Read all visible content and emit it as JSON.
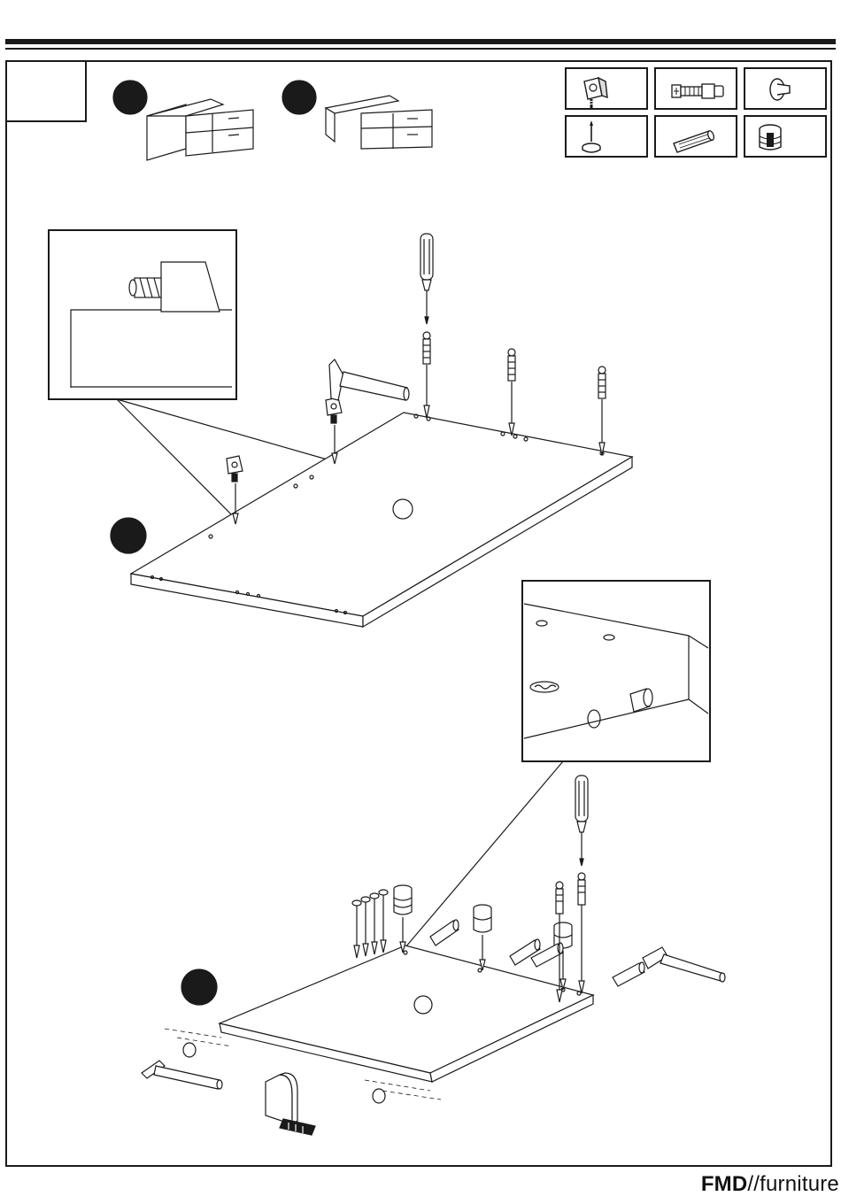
{
  "brand": {
    "name_bold": "FMD",
    "name_rest": "//furniture"
  },
  "colors": {
    "ink": "#1a1a1a",
    "paper": "#ffffff",
    "marker": "#1a1a1a"
  },
  "step_markers": {
    "variant_a": "",
    "variant_b": "",
    "sub_step_1": "",
    "sub_step_2": ""
  },
  "fittings": [
    {
      "icon": "cam-lock-fitting-icon"
    },
    {
      "icon": "connector-bolt-icon"
    },
    {
      "icon": "cover-cap-icon"
    },
    {
      "icon": "nail-glide-icon"
    },
    {
      "icon": "wood-dowel-icon"
    },
    {
      "icon": "cam-housing-icon"
    }
  ],
  "tools": [
    "screwdriver-icon",
    "hammer-icon",
    "tape-measure-icon"
  ],
  "detail_insets": [
    {
      "shows": "cam-fitting-on-panel-edge"
    },
    {
      "shows": "cam-housing-and-dowel-at-panel-corner"
    }
  ]
}
